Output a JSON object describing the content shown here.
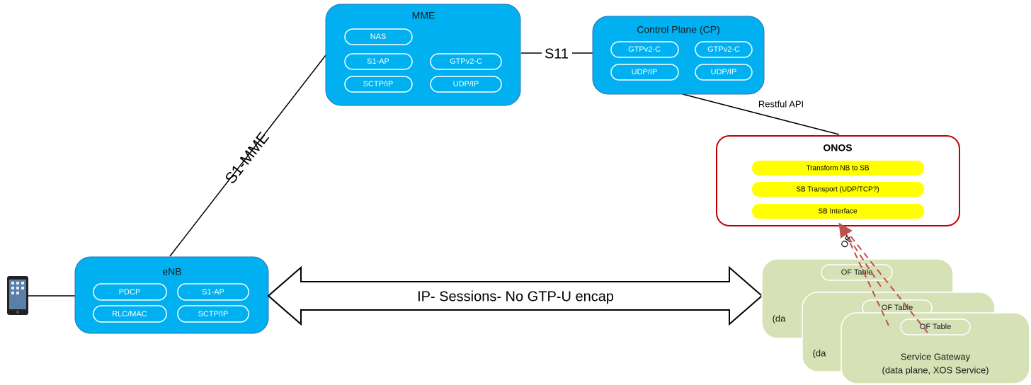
{
  "mme": {
    "title": "MME",
    "nas": "NAS",
    "s1ap": "S1-AP",
    "sctp": "SCTP/IP",
    "gtp": "GTPv2-C",
    "udp": "UDP/IP"
  },
  "cp": {
    "title": "Control Plane (CP)",
    "gtp1": "GTPv2-C",
    "gtp2": "GTPv2-C",
    "udp1": "UDP/IP",
    "udp2": "UDP/IP"
  },
  "enb": {
    "title": "eNB",
    "pdcp": "PDCP",
    "s1ap": "S1-AP",
    "rlc": "RLC/MAC",
    "sctp": "SCTP/IP"
  },
  "onos": {
    "title": "ONOS",
    "row1": "Transform NB to SB",
    "row2": "SB Transport (UDP/TCP?)",
    "row3": "SB Interface"
  },
  "links": {
    "s11": "S11",
    "s1mme": "S1-MME",
    "restful": "Restful API",
    "of": "OF",
    "ip_sessions": "IP- Sessions- No GTP-U encap"
  },
  "gateways": {
    "table_label": "OF Table",
    "back_partial": "(da",
    "mid_partial": "(da",
    "front_title": "Service Gateway",
    "front_subtitle": "(data plane, XOS Service)"
  },
  "icons": {
    "tablet": "tablet-icon"
  },
  "colors": {
    "box_blue": "#00b0f0",
    "onos_border": "#c00000",
    "onos_row": "#ffff00",
    "gateway_green": "#d6e1b5",
    "of_arrow": "#c0504d"
  }
}
